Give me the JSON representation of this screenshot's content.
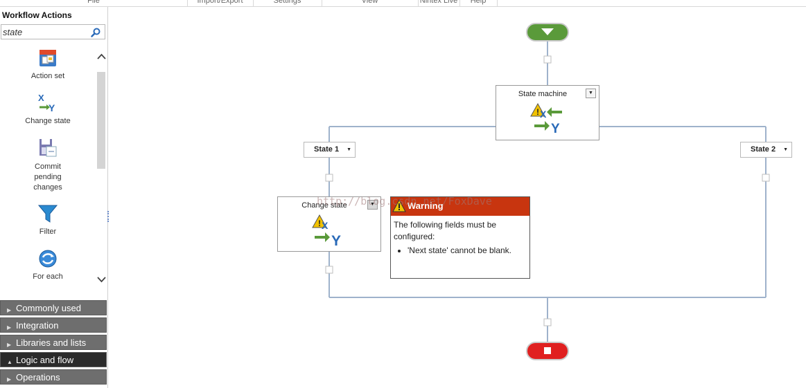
{
  "ribbon": {
    "groups": [
      "File",
      "Import/Export",
      "Settings",
      "View",
      "Nintex Live",
      "Help"
    ]
  },
  "panel": {
    "title": "Workflow Actions",
    "search": {
      "value": "state",
      "placeholder": ""
    },
    "actions": [
      {
        "label": "Action set",
        "icon": "action-set-icon"
      },
      {
        "label": "Change state",
        "icon": "change-state-icon"
      },
      {
        "label": "Commit pending changes",
        "label_lines": [
          "Commit",
          "pending",
          "changes"
        ],
        "icon": "commit-pending-changes-icon"
      },
      {
        "label": "Filter",
        "icon": "filter-icon"
      },
      {
        "label": "For each",
        "icon": "for-each-icon"
      }
    ],
    "categories": [
      {
        "label": "Commonly used",
        "expanded": false
      },
      {
        "label": "Integration",
        "expanded": false
      },
      {
        "label": "Libraries and lists",
        "expanded": false
      },
      {
        "label": "Logic and flow",
        "expanded": true
      },
      {
        "label": "Operations",
        "expanded": false
      }
    ]
  },
  "canvas": {
    "state_machine": {
      "label": "State machine"
    },
    "state1": {
      "label": "State 1"
    },
    "state2": {
      "label": "State 2"
    },
    "change_state": {
      "label": "Change state"
    },
    "warning": {
      "title": "Warning",
      "message": "The following fields must be configured:",
      "items": [
        "'Next state' cannot be blank."
      ]
    },
    "watermark": "http://blog.csdn.net/FoxDave"
  },
  "colors": {
    "start": "#5a9a3a",
    "end": "#e02020",
    "warning_header": "#c8350f",
    "connector": "#9eb2cb",
    "active_category": "#2b2b2b",
    "category": "#6e6e6e"
  }
}
